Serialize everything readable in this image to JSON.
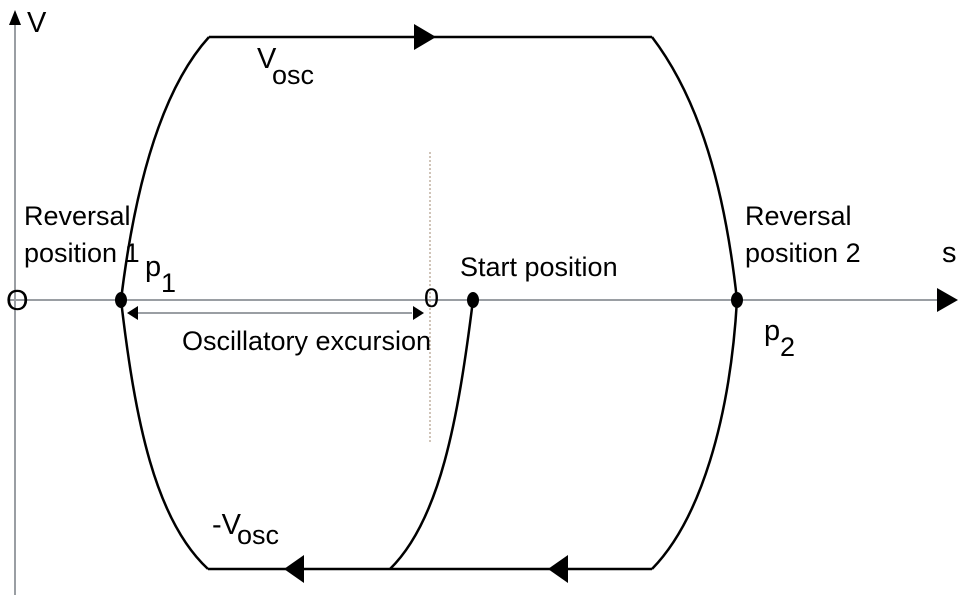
{
  "diagram": {
    "title": "Phase trajectory of oscillation",
    "axes": {
      "y_label": "V",
      "x_label": "s",
      "origin_label": "O",
      "zero_label": "0"
    },
    "labels": {
      "v_osc_main": "V",
      "v_osc_sub": "osc",
      "neg_v_osc_main": "-V",
      "neg_v_osc_sub": "osc",
      "reversal1_line1": "Reversal",
      "reversal1_line2": "position 1",
      "reversal2_line1": "Reversal",
      "reversal2_line2": "position 2",
      "p1_main": "p",
      "p1_sub": "1",
      "p2_main": "p",
      "p2_sub": "2",
      "start_position": "Start position",
      "oscillatory_excursion": "Oscillatory excursion"
    },
    "points": [
      {
        "name": "p1",
        "role": "Reversal position 1"
      },
      {
        "name": "start",
        "role": "Start position"
      },
      {
        "name": "p2",
        "role": "Reversal position 2"
      }
    ],
    "trajectory": {
      "upper_velocity": "V_osc",
      "lower_velocity": "-V_osc",
      "direction_upper": "right",
      "direction_lower": "left"
    },
    "colors": {
      "curve": "#000000",
      "axis": "#9a9ea3",
      "dotted_line": "#a08870"
    }
  }
}
